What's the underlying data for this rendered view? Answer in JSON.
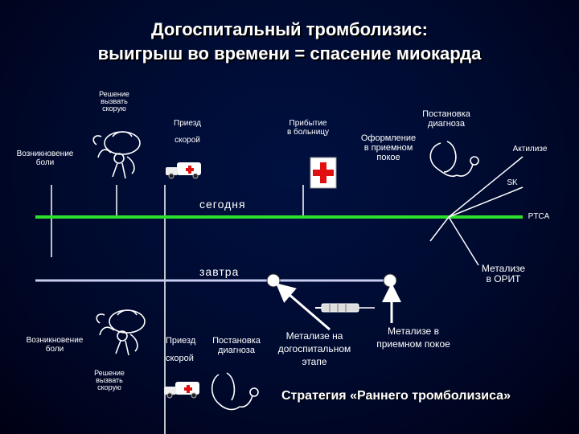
{
  "title": {
    "line1": "Догоспитальный тромболизис:",
    "line2": "выигрыш во времени = спасение миокарда"
  },
  "today": {
    "label": "сегодня",
    "decision": [
      "Решение",
      "вызвать",
      "скорую"
    ],
    "pain_onset": [
      "Возникновение",
      "боли"
    ],
    "arrival_ambulance": [
      "Приезд",
      "скорой"
    ],
    "arrival_hospital": [
      "Прибытие",
      "в больницу"
    ],
    "admission": [
      "Оформление",
      "в приемном",
      "покое"
    ],
    "diagnosis": [
      "Постановка",
      "диагноза"
    ],
    "activase": "Актилизе",
    "sk": "SK",
    "ptca": "PTCA"
  },
  "tomorrow": {
    "label": "завтра",
    "metalyse_icu": [
      "Метализе",
      "в ОРИТ"
    ],
    "pain_onset": [
      "Возникновение",
      "боли"
    ],
    "decision": [
      "Решение",
      "вызвать",
      "скорую"
    ],
    "arrival_ambulance": [
      "Приезд",
      "скорой"
    ],
    "diagnosis": [
      "Постановка",
      "диагноза"
    ],
    "metalyse_prehospital": [
      "Метализе на",
      "догоспитальном",
      "этапе"
    ],
    "metalyse_er": [
      "Метализе в",
      "приемном покое"
    ]
  },
  "strategy": "Стратегия «Раннего тромболизиса»",
  "colors": {
    "today_line": "#2ee02e",
    "tomorrow_line": "#c8ccf0",
    "cross": "#e01010",
    "background": "#001040"
  },
  "icons": [
    "person-pain-icon",
    "ambulance-icon",
    "red-cross-icon",
    "stethoscope-icon",
    "syringe-icon"
  ]
}
